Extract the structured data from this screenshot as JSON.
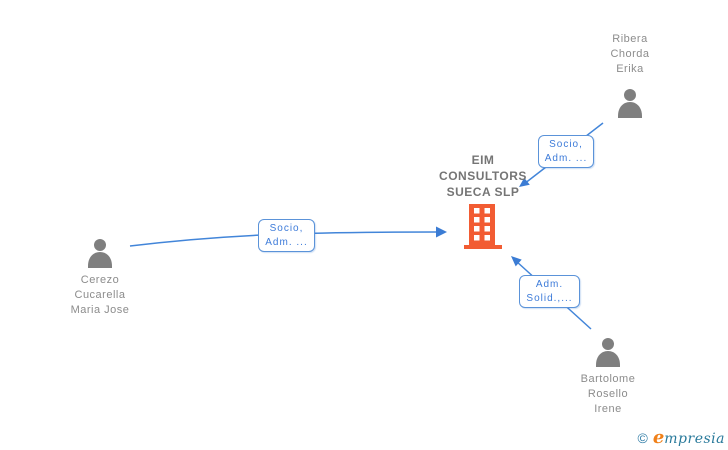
{
  "company": {
    "name_lines": [
      "EIM",
      "CONSULTORS",
      "SUECA SLP"
    ],
    "icon": "building-icon"
  },
  "persons": [
    {
      "id": "ribera",
      "name_lines": [
        "Ribera",
        "Chorda",
        "Erika"
      ]
    },
    {
      "id": "cerezo",
      "name_lines": [
        "Cerezo",
        "Cucarella",
        "Maria Jose"
      ]
    },
    {
      "id": "bartolome",
      "name_lines": [
        "Bartolome",
        "Rosello",
        "Irene"
      ]
    }
  ],
  "relationship_labels": [
    {
      "id": "cerezo-to-company",
      "lines": [
        "Socio,",
        "Adm. ..."
      ]
    },
    {
      "id": "ribera-to-company",
      "lines": [
        "Socio,",
        "Adm. ..."
      ]
    },
    {
      "id": "bartolome-to-company",
      "lines": [
        "Adm.",
        "Solid.,..."
      ]
    }
  ],
  "branding": {
    "copyright": "©",
    "logo_first_letter": "e",
    "logo_rest": "mpresia"
  },
  "colors": {
    "edge_blue": "#4285d9",
    "label_border_blue": "#5b93d9",
    "label_text_blue": "#3d7bd9",
    "building_orange": "#f25c33",
    "person_gray": "#7f7f7f",
    "name_text_gray": "#8c8c8c",
    "company_text_gray": "#757575",
    "logo_teal": "#2a7a9b",
    "logo_orange": "#f08019"
  }
}
